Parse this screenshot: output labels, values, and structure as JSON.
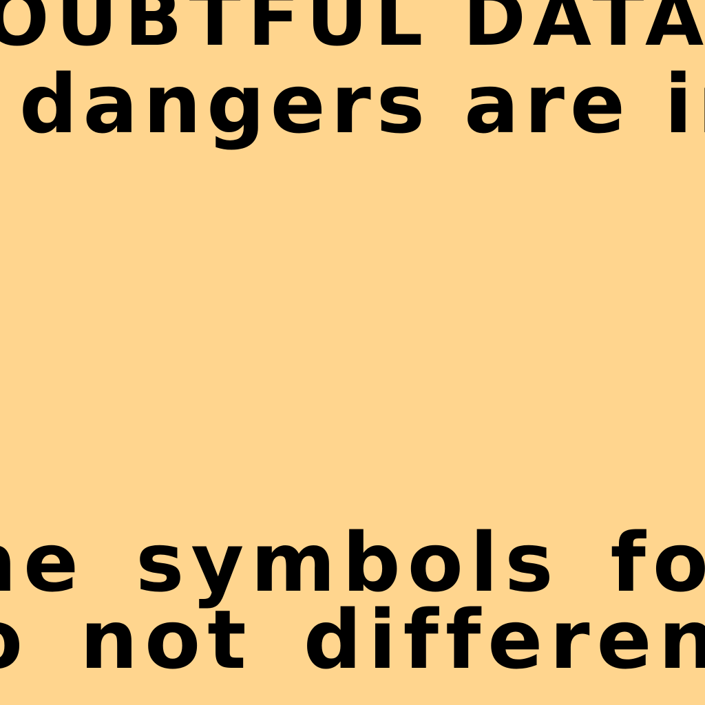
{
  "document": {
    "background_color": "#FFD58E",
    "text_color": "#000000",
    "lines": [
      "OUBTFUL DATA : R",
      "dangers are indic",
      "he symbols for s",
      "o not differentia"
    ]
  }
}
